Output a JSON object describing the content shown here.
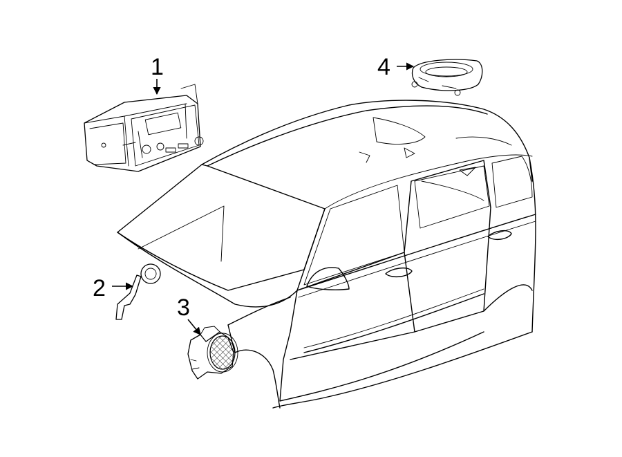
{
  "callouts": [
    {
      "id": "1",
      "label": "1"
    },
    {
      "id": "2",
      "label": "2"
    },
    {
      "id": "3",
      "label": "3"
    },
    {
      "id": "4",
      "label": "4"
    }
  ],
  "colors": {
    "line": "#000000",
    "background": "#ffffff"
  },
  "parts": [
    "radio-unit",
    "tweeter-speaker",
    "front-door-speaker",
    "rear-speaker-bracket",
    "vehicle-body"
  ]
}
